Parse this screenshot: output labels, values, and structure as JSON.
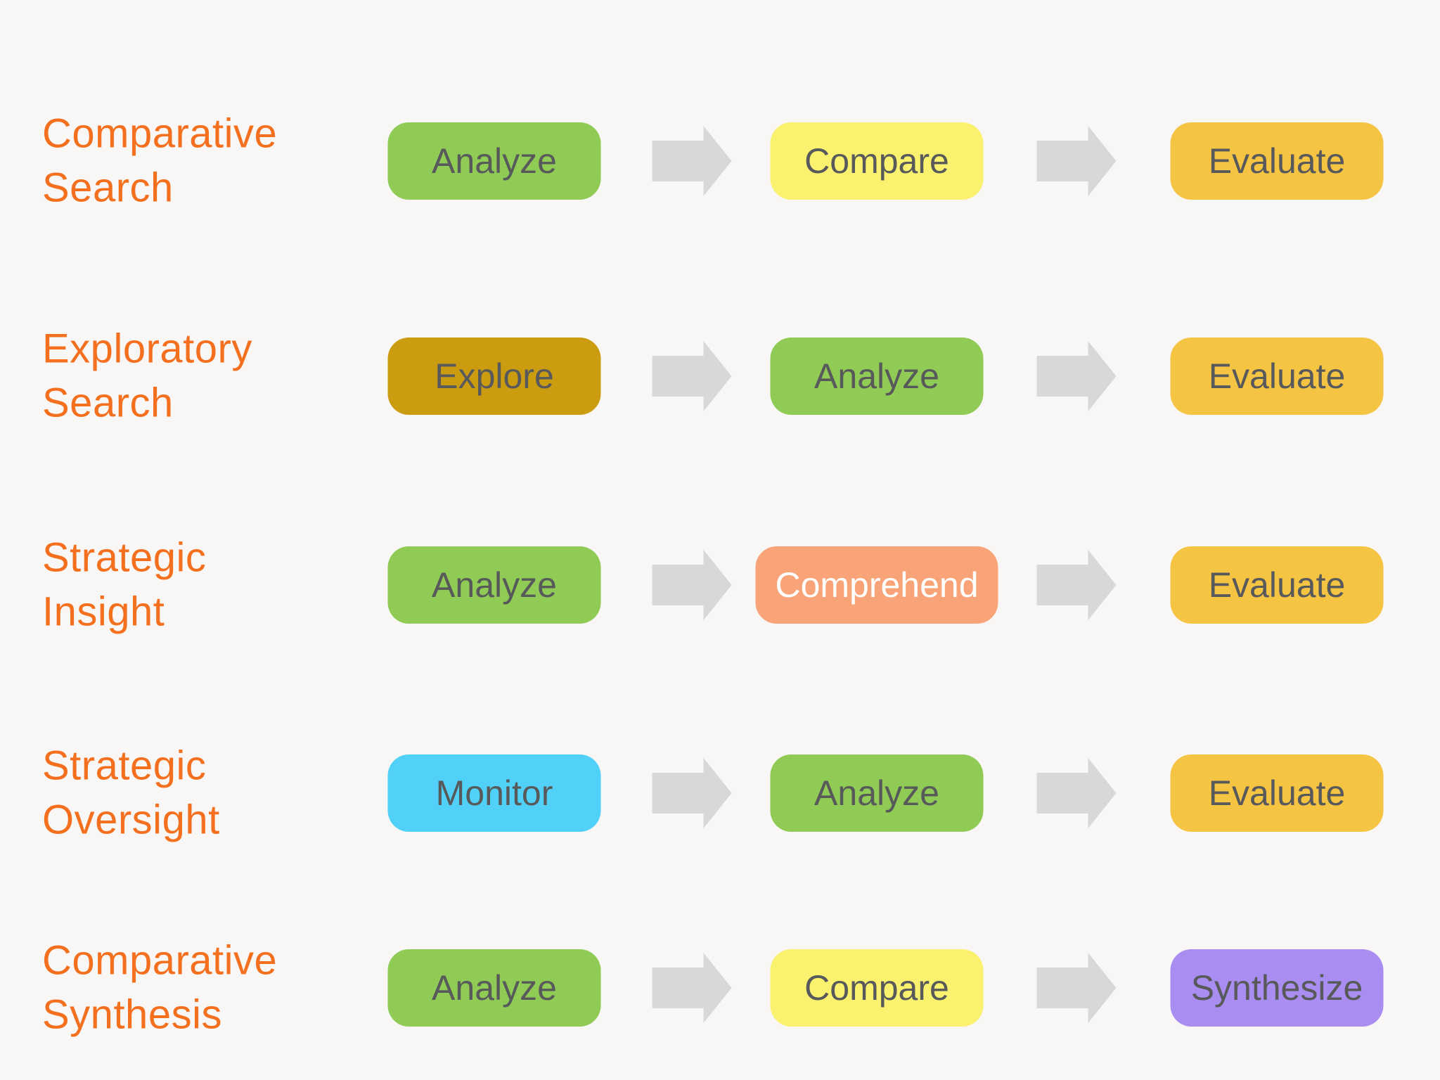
{
  "colors": {
    "bg": "#F8F7F5",
    "label": "#F4701E",
    "arrow": "#D9D8D6",
    "boxtext": "#58595B"
  },
  "rows": [
    {
      "label": "Comparative Search",
      "steps": [
        {
          "text": "Analyze",
          "bg": "#8FCB55",
          "fg": "#58595B"
        },
        {
          "text": "Compare",
          "bg": "#FAF16E",
          "fg": "#58595B"
        },
        {
          "text": "Evaluate",
          "bg": "#F6C443",
          "fg": "#58595B"
        }
      ]
    },
    {
      "label": "Exploratory Search",
      "steps": [
        {
          "text": "Explore",
          "bg": "#CB9B10",
          "fg": "#58595B"
        },
        {
          "text": "Analyze",
          "bg": "#8FCB55",
          "fg": "#58595B"
        },
        {
          "text": "Evaluate",
          "bg": "#F6C443",
          "fg": "#58595B"
        }
      ]
    },
    {
      "label": "Strategic Insight",
      "steps": [
        {
          "text": "Analyze",
          "bg": "#8FCB55",
          "fg": "#58595B"
        },
        {
          "text": "Comprehend",
          "bg": "#F9A478",
          "fg": "#FFFFFF"
        },
        {
          "text": "Evaluate",
          "bg": "#F6C443",
          "fg": "#58595B"
        }
      ]
    },
    {
      "label": "Strategic Oversight",
      "steps": [
        {
          "text": "Monitor",
          "bg": "#51D1F7",
          "fg": "#58595B"
        },
        {
          "text": "Analyze",
          "bg": "#8FCB55",
          "fg": "#58595B"
        },
        {
          "text": "Evaluate",
          "bg": "#F6C443",
          "fg": "#58595B"
        }
      ]
    },
    {
      "label": "Comparative Synthesis",
      "steps": [
        {
          "text": "Analyze",
          "bg": "#8FCB55",
          "fg": "#58595B"
        },
        {
          "text": "Compare",
          "bg": "#FAF16E",
          "fg": "#58595B"
        },
        {
          "text": "Synthesize",
          "bg": "#A98DF0",
          "fg": "#58595B"
        }
      ]
    }
  ]
}
